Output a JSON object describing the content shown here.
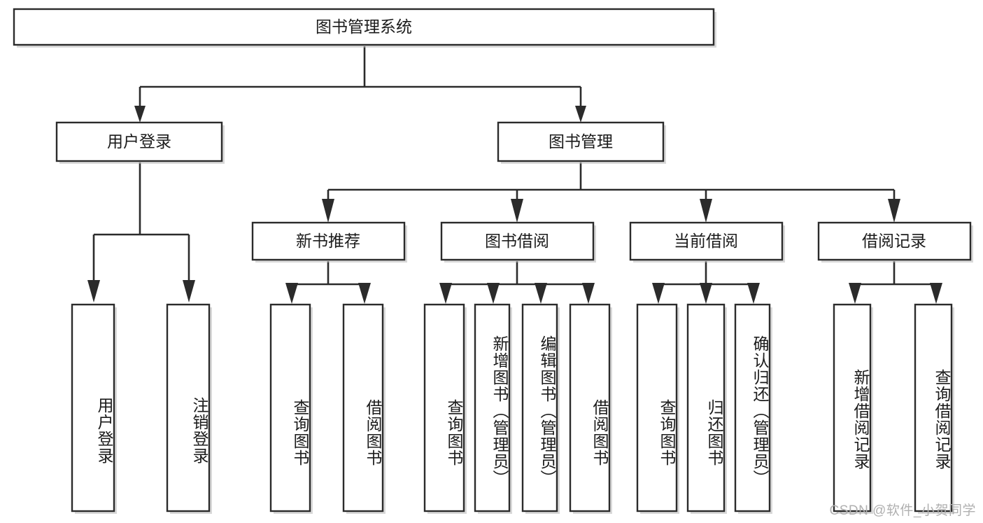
{
  "diagram": {
    "type": "hierarchy-tree",
    "title": "图书管理系统",
    "colors": {
      "stroke": "#2b2b2b",
      "fill": "#ffffff",
      "text": "#1b1b1b",
      "watermark": "#b0b0b0"
    },
    "root": {
      "label": "图书管理系统",
      "name": "root-node"
    },
    "level2": [
      {
        "label": "用户登录",
        "name": "node-user-login"
      },
      {
        "label": "图书管理",
        "name": "node-book-management"
      }
    ],
    "level3": [
      {
        "label": "新书推荐",
        "name": "node-new-book-recommend"
      },
      {
        "label": "图书借阅",
        "name": "node-book-borrow"
      },
      {
        "label": "当前借阅",
        "name": "node-current-borrow"
      },
      {
        "label": "借阅记录",
        "name": "node-borrow-record"
      }
    ],
    "leaves": {
      "user_login": [
        {
          "label": "用户登录",
          "name": "leaf-user-login"
        },
        {
          "label": "注销登录",
          "name": "leaf-logout"
        }
      ],
      "new_book_recommend": [
        {
          "label": "查询图书",
          "name": "leaf-query-book-recommend"
        },
        {
          "label": "借阅图书",
          "name": "leaf-borrow-book-recommend"
        }
      ],
      "book_borrow": [
        {
          "label": "查询图书",
          "name": "leaf-query-book-borrow"
        },
        {
          "label": "新增图书（管理员）",
          "name": "leaf-add-book-admin"
        },
        {
          "label": "编辑图书（管理员）",
          "name": "leaf-edit-book-admin"
        },
        {
          "label": "借阅图书",
          "name": "leaf-borrow-book"
        }
      ],
      "current_borrow": [
        {
          "label": "查询图书",
          "name": "leaf-query-book-current"
        },
        {
          "label": "归还图书",
          "name": "leaf-return-book"
        },
        {
          "label": "确认归还（管理员）",
          "name": "leaf-confirm-return-admin"
        }
      ],
      "borrow_record": [
        {
          "label": "新增借阅记录",
          "name": "leaf-add-borrow-record"
        },
        {
          "label": "查询借阅记录",
          "name": "leaf-query-borrow-record"
        }
      ]
    }
  },
  "watermark": {
    "text": "CSDN @软件_小贺同学"
  }
}
